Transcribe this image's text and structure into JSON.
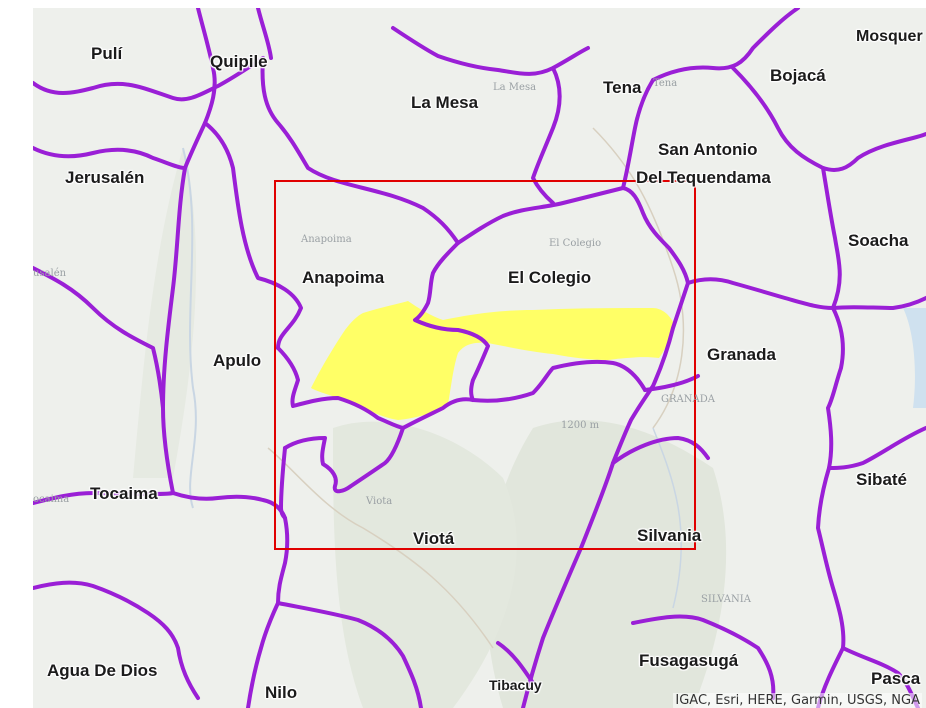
{
  "map": {
    "municipalities": [
      {
        "id": "puli",
        "name": "Pulí"
      },
      {
        "id": "quipile",
        "name": "Quipile"
      },
      {
        "id": "mosquera",
        "name": "Mosquer"
      },
      {
        "id": "bojaca",
        "name": "Bojacá"
      },
      {
        "id": "la-mesa",
        "name": "La Mesa"
      },
      {
        "id": "tena",
        "name": "Tena"
      },
      {
        "id": "san-antonio",
        "name": "San Antonio"
      },
      {
        "id": "del-tequendama",
        "name": "Del Tequendama"
      },
      {
        "id": "jerusalen",
        "name": "Jerusalén"
      },
      {
        "id": "soacha",
        "name": "Soacha"
      },
      {
        "id": "anapoima",
        "name": "Anapoima"
      },
      {
        "id": "el-colegio",
        "name": "El Colegio"
      },
      {
        "id": "apulo",
        "name": "Apulo"
      },
      {
        "id": "granada",
        "name": "Granada"
      },
      {
        "id": "sibate",
        "name": "Sibaté"
      },
      {
        "id": "tocaima",
        "name": "Tocaima"
      },
      {
        "id": "viota",
        "name": "Viotá"
      },
      {
        "id": "silvania",
        "name": "Silvania"
      },
      {
        "id": "agua-de-dios",
        "name": "Agua De Dios"
      },
      {
        "id": "nilo",
        "name": "Nilo"
      },
      {
        "id": "tibacuy",
        "name": "Tibacuy"
      },
      {
        "id": "fusagasuga",
        "name": "Fusagasugá"
      },
      {
        "id": "pasca",
        "name": "Pasca"
      }
    ],
    "basemap_labels": [
      {
        "id": "bl-mesa",
        "text": "La Mesa"
      },
      {
        "id": "bl-tena",
        "text": "Tena"
      },
      {
        "id": "bl-anapoima",
        "text": "Anapoima"
      },
      {
        "id": "bl-elcolegio",
        "text": "El Colegio"
      },
      {
        "id": "bl-usalen",
        "text": "usalén"
      },
      {
        "id": "bl-viota",
        "text": "Viota"
      },
      {
        "id": "bl-granada",
        "text": "GRANADA"
      },
      {
        "id": "bl-silvania",
        "text": "SILVANIA"
      },
      {
        "id": "bl-cocaima",
        "text": "ocaima"
      },
      {
        "id": "bl-elev",
        "text": "1200 m"
      }
    ],
    "attribution": "IGAC, Esri, HERE, Garmin, USGS, NGA",
    "colors": {
      "boundary": "#9a1fd6",
      "study_area": "#ffff66",
      "extent_box": "#e00000",
      "basemap": "#eef0ec",
      "relief": "#e2e7dd"
    }
  }
}
